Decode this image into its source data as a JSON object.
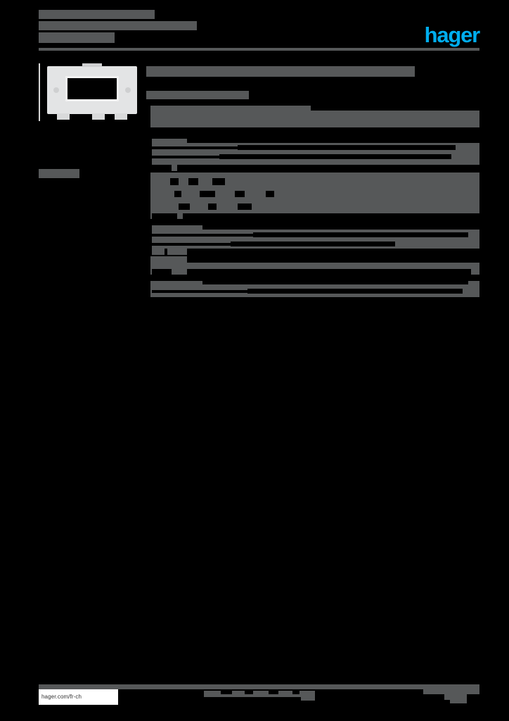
{
  "document": {
    "type": "product-datasheet",
    "orientation": "portrait",
    "background_color": "#000000",
    "redaction_color": "#565859"
  },
  "header": {
    "title_lines": [
      "",
      "",
      ""
    ],
    "logo_text": "hager",
    "logo_color": "#00AEEF",
    "rule_color": "#565859"
  },
  "product_image": {
    "alt_name": "mounting-frame",
    "body_color": "#e3e4e5",
    "caption": ""
  },
  "main": {
    "heading": "",
    "subtitle": "",
    "spec_groups": [
      {
        "name": "group-1",
        "label": "",
        "rows": [
          {
            "label": "",
            "value": ""
          }
        ]
      },
      {
        "name": "group-2",
        "label": "",
        "rows": [
          {
            "label": "",
            "value": ""
          },
          {
            "label": "",
            "value": ""
          },
          {
            "label": "",
            "value": ""
          }
        ]
      },
      {
        "name": "group-3",
        "label": "",
        "rows": [
          {
            "label": "",
            "value": ""
          },
          {
            "label": "",
            "value": ""
          },
          {
            "label": "",
            "value": ""
          },
          {
            "label": "",
            "value": ""
          }
        ]
      },
      {
        "name": "group-4",
        "label": "",
        "rows": [
          {
            "label": "",
            "value": ""
          },
          {
            "label": "",
            "value": ""
          }
        ]
      },
      {
        "name": "group-5",
        "label": "",
        "rows": [
          {
            "label": "",
            "value": ""
          }
        ]
      },
      {
        "name": "group-6",
        "label": "",
        "rows": [
          {
            "label": "",
            "value": ""
          }
        ]
      }
    ]
  },
  "footer": {
    "url": "hager.com/fr-ch",
    "center_text": "",
    "page_number": ""
  }
}
